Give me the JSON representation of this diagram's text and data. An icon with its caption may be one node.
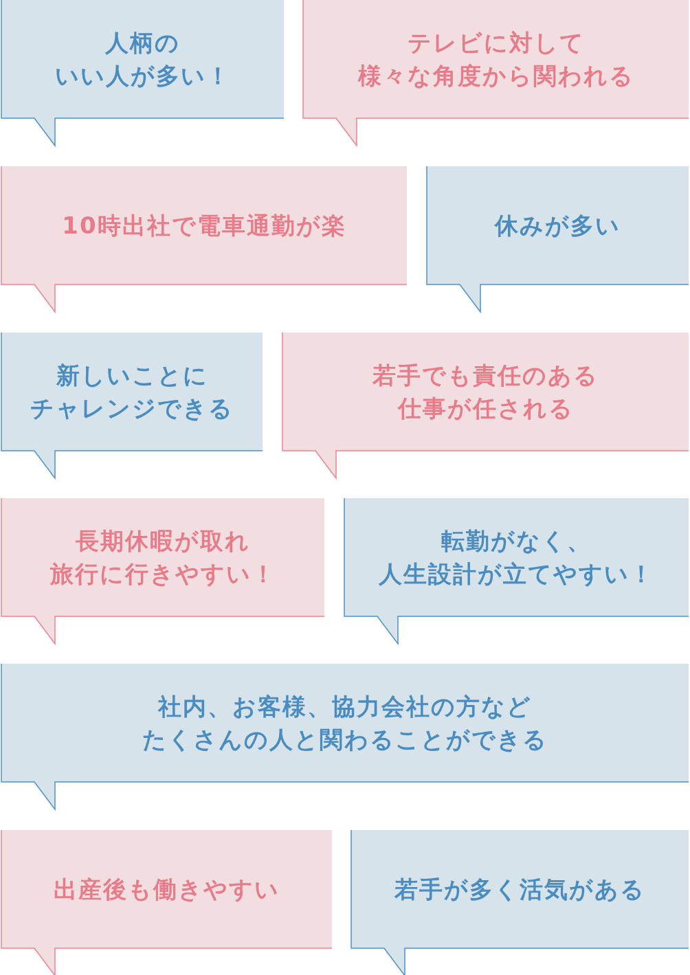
{
  "diagram": {
    "nodes": [
      {
        "text": [
          "人柄のいい人が多い！"
        ]
      },
      {
        "text": [
          "テレビに対して様々な角度から関われる"
        ]
      },
      {
        "text": [
          "10時出社で電車通勤が楽"
        ]
      },
      {
        "text": [
          "休みが多い"
        ]
      },
      {
        "text": [
          "新しいことにチャレンジできる"
        ]
      },
      {
        "text": [
          "若手でも責任のある仕事が任される"
        ]
      },
      {
        "text": [
          "長期休暇が取れ旅行に行きやすい！"
        ]
      },
      {
        "text": [
          "転勤がなく、人生設計が立てやすい！"
        ]
      },
      {
        "text": [
          "社内、お客様、協力会社の方などたくさんの人と関わることができる"
        ]
      },
      {
        "text": [
          "出産後も働きやすい"
        ]
      },
      {
        "text": [
          "若手が多く活気がある"
        ]
      }
    ]
  }
}
